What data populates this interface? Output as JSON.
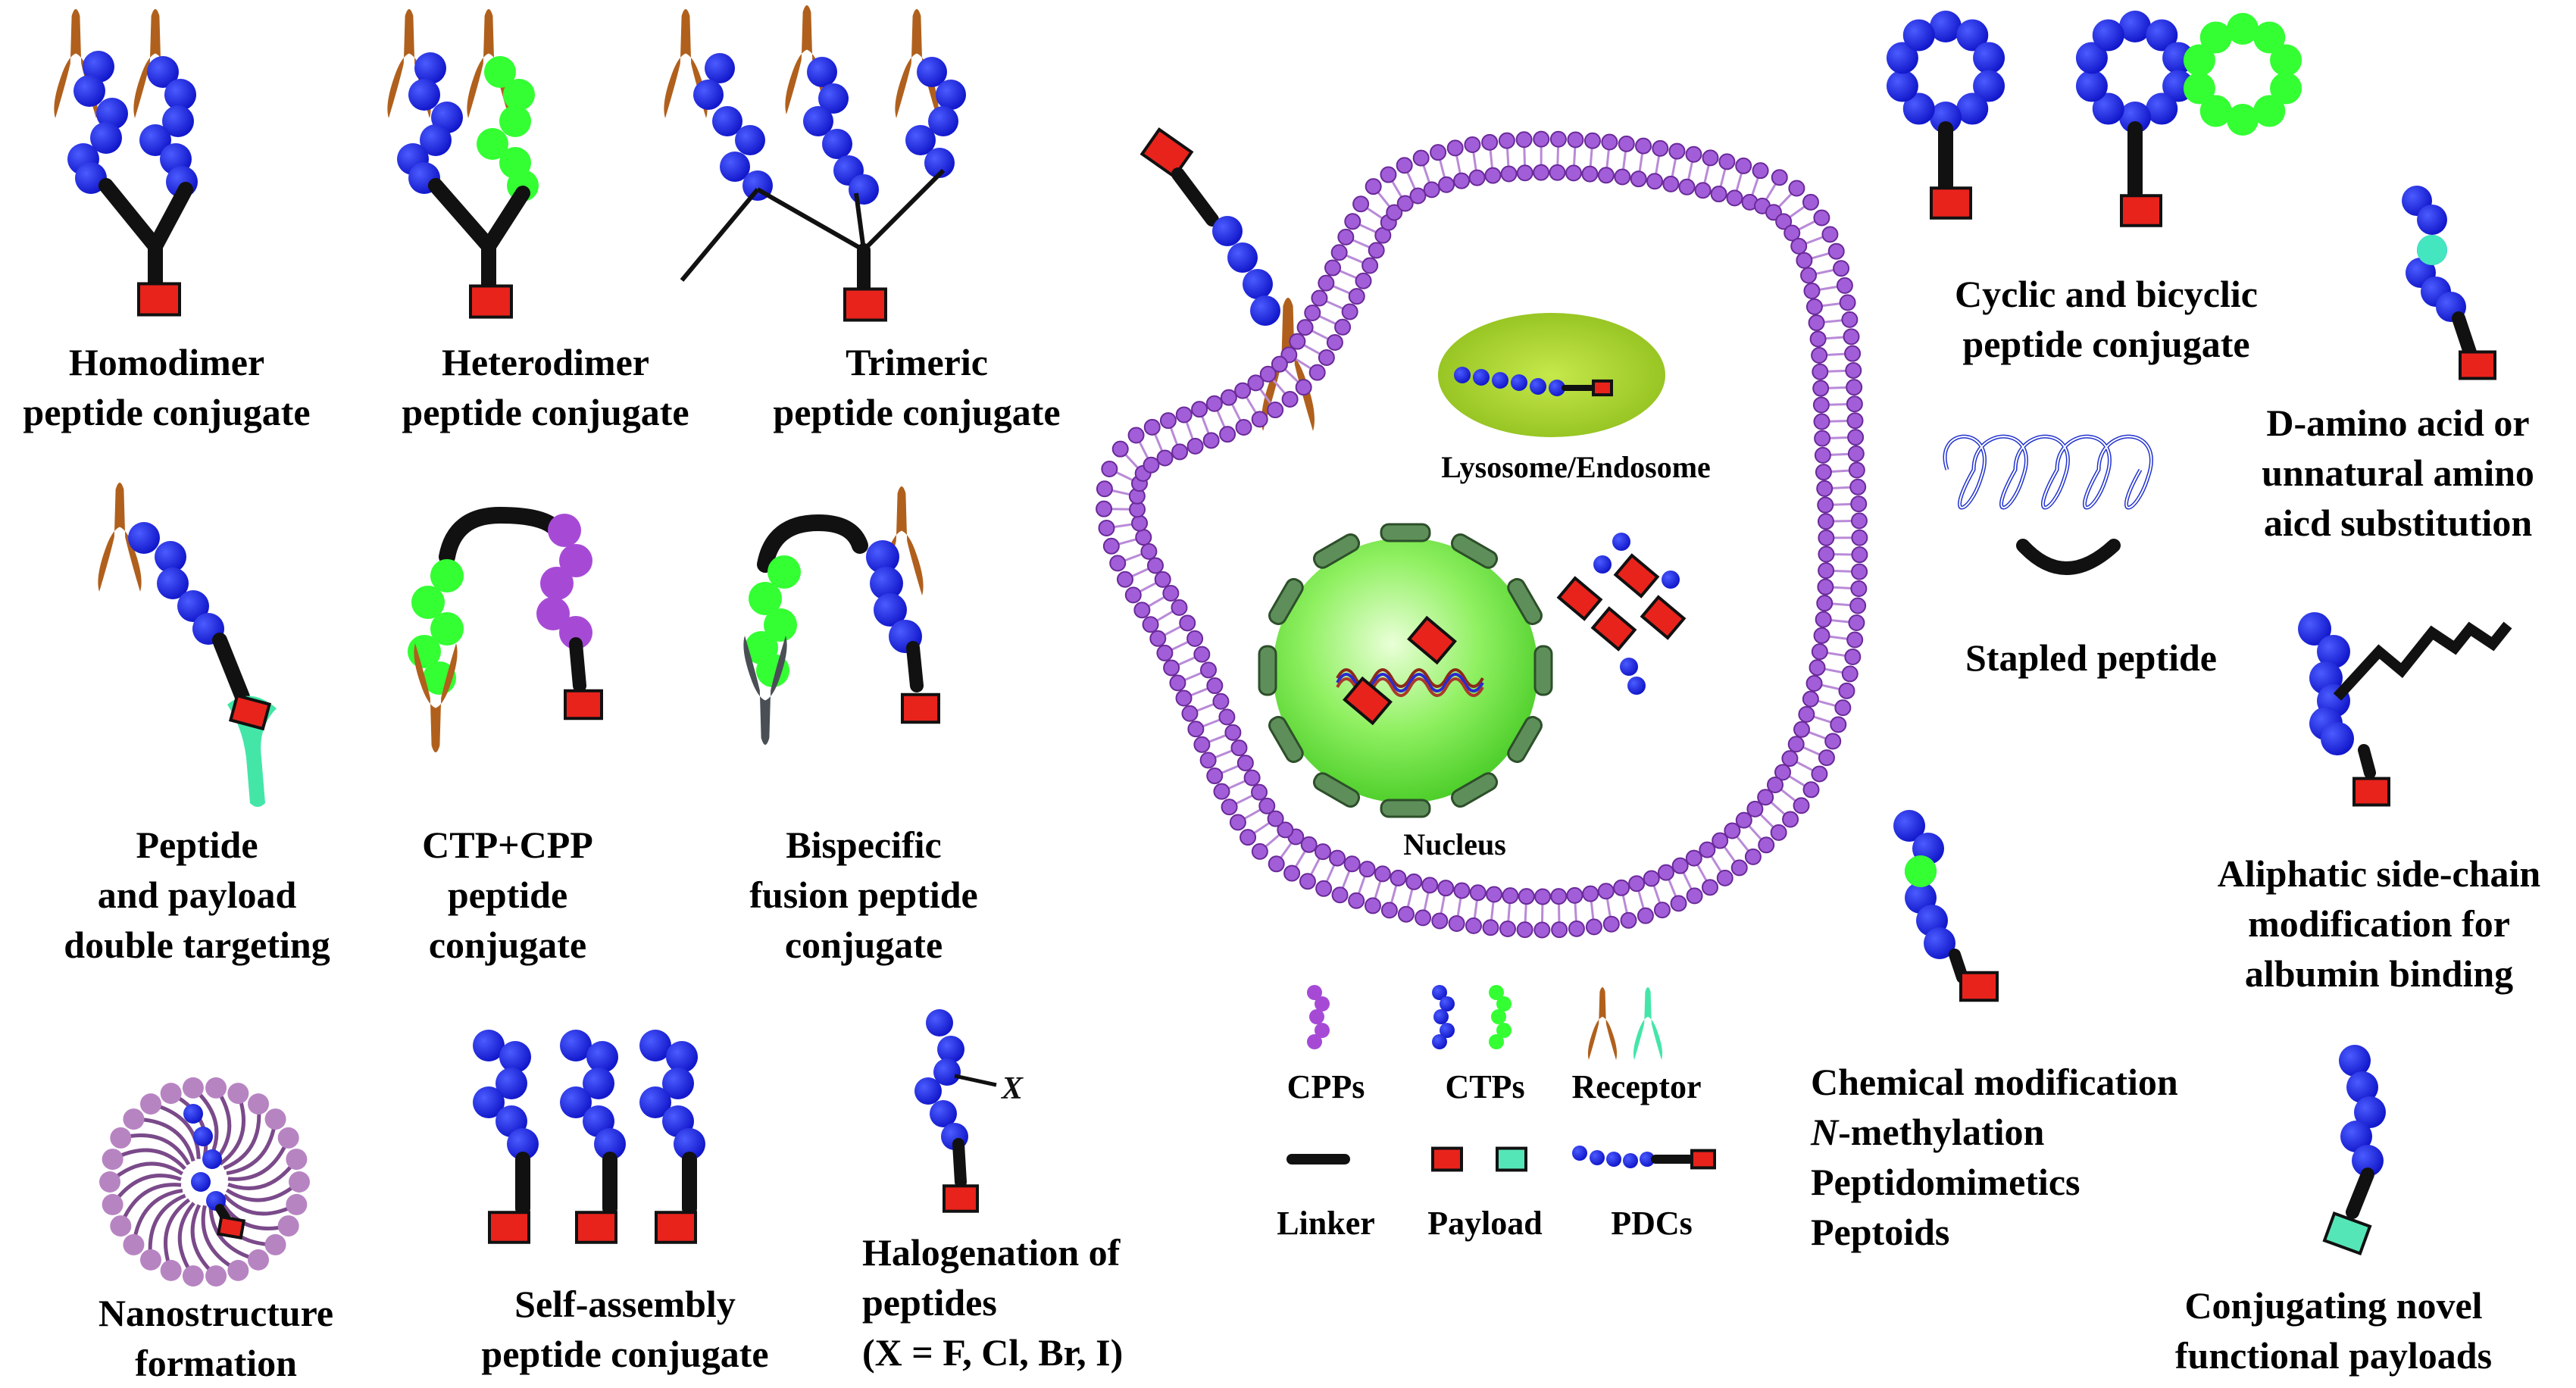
{
  "colors": {
    "peptide": "#1a1aef",
    "green": "#33ff33",
    "purple": "#a64ad6",
    "receptor": "#b0601c",
    "receptor_green": "#44e6a8",
    "receptor_gray": "#4a4f55",
    "payload_red": "#e8231c",
    "payload_teal": "#55e6b8",
    "linker": "#111111",
    "membrane": "#a25ed8",
    "nucleus": "#66ee44",
    "lysosome": "#9acd32"
  },
  "labels": {
    "homodimer": [
      "Homodimer",
      "peptide conjugate"
    ],
    "heterodimer": [
      "Heterodimer",
      "peptide conjugate"
    ],
    "trimeric": [
      "Trimeric",
      "peptide conjugate"
    ],
    "double_targeting": [
      "Peptide",
      "and payload",
      "double targeting"
    ],
    "ctp_cpp": [
      "CTP+CPP",
      "peptide",
      "conjugate"
    ],
    "bispecific": [
      "Bispecific",
      "fusion peptide",
      "conjugate"
    ],
    "nanostructure": [
      "Nanostructure",
      "formation"
    ],
    "self_assembly": [
      "Self-assembly",
      "peptide conjugate"
    ],
    "halogenation": [
      "Halogenation of",
      "peptides",
      "(X = F, Cl, Br, I)"
    ],
    "halogen_symbol": "X",
    "cyclic": [
      "Cyclic and bicyclic",
      "peptide conjugate"
    ],
    "d_amino": [
      "D-amino acid or",
      "unnatural amino",
      "aicd substitution"
    ],
    "stapled": "Stapled peptide",
    "aliphatic": [
      "Aliphatic side-chain",
      "modification for",
      "albumin binding"
    ],
    "chemical_prefix": "Chemical modification",
    "chemical_n": "N",
    "chemical_n_rest": "-methylation",
    "peptidomimetics": "Peptidomimetics",
    "peptoids": "Peptoids",
    "novel_payloads": [
      "Conjugating novel",
      "functional payloads"
    ],
    "lysosome": "Lysosome/Endosome",
    "nucleus": "Nucleus"
  },
  "legend": {
    "cpps": "CPPs",
    "ctps": "CTPs",
    "receptor": "Receptor",
    "linker": "Linker",
    "payload": "Payload",
    "pdcs": "PDCs"
  }
}
